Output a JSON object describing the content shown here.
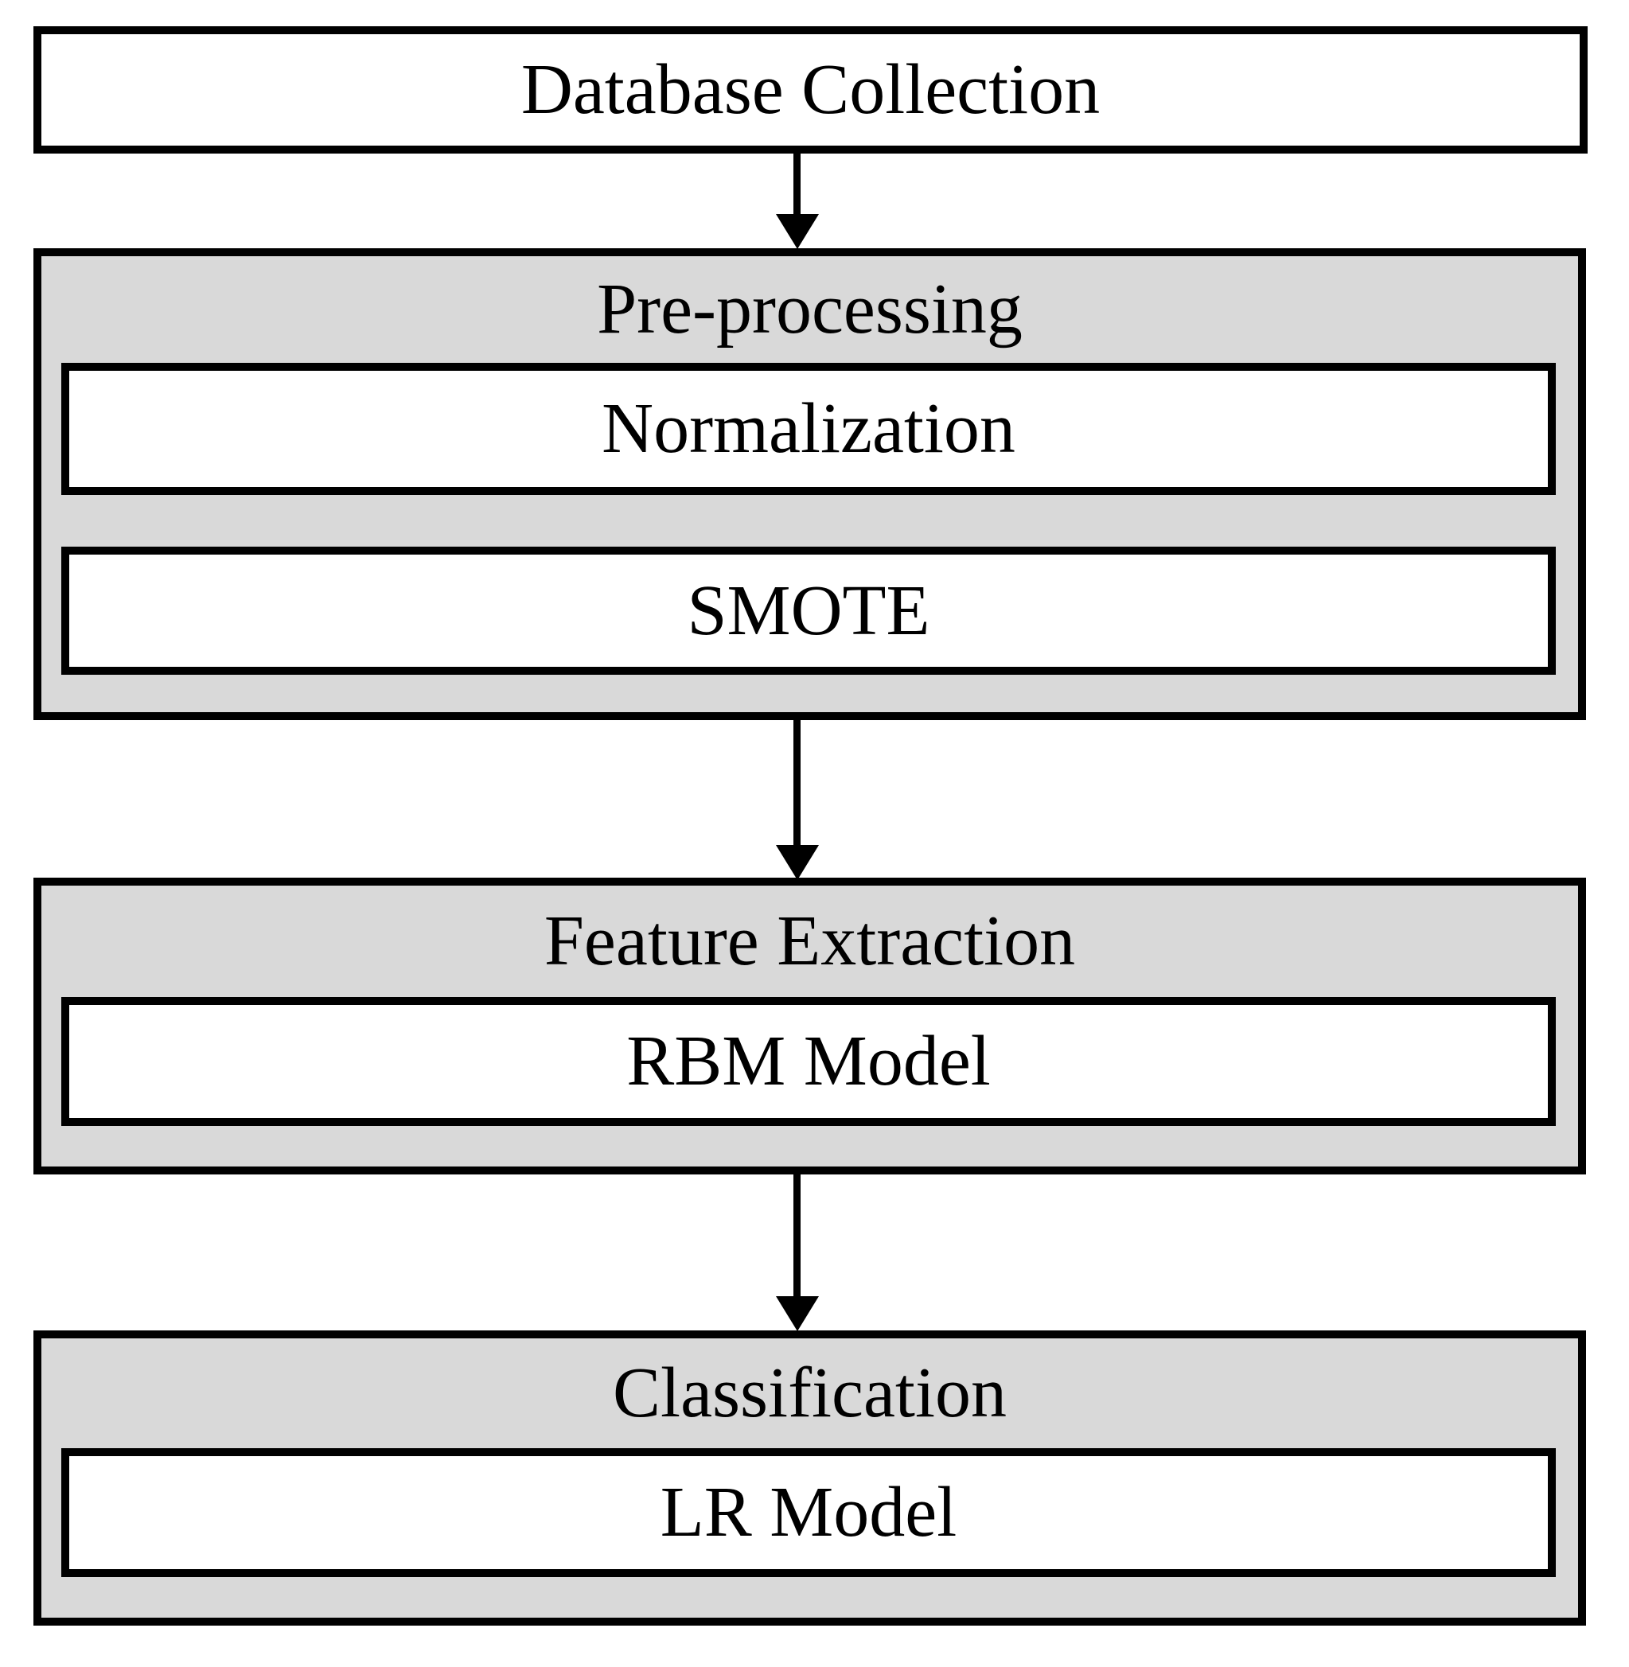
{
  "diagram": {
    "database_box": {
      "label": "Database Collection"
    },
    "stages": [
      {
        "title": "Pre-processing",
        "items": [
          {
            "label": "Normalization"
          },
          {
            "label": "SMOTE"
          }
        ]
      },
      {
        "title": "Feature Extraction",
        "items": [
          {
            "label": "RBM Model"
          }
        ]
      },
      {
        "title": "Classification",
        "items": [
          {
            "label": "LR Model"
          }
        ]
      }
    ],
    "colors": {
      "stage_fill": "#d9d9d9",
      "box_fill": "#ffffff",
      "border": "#000000",
      "text": "#000000"
    }
  }
}
